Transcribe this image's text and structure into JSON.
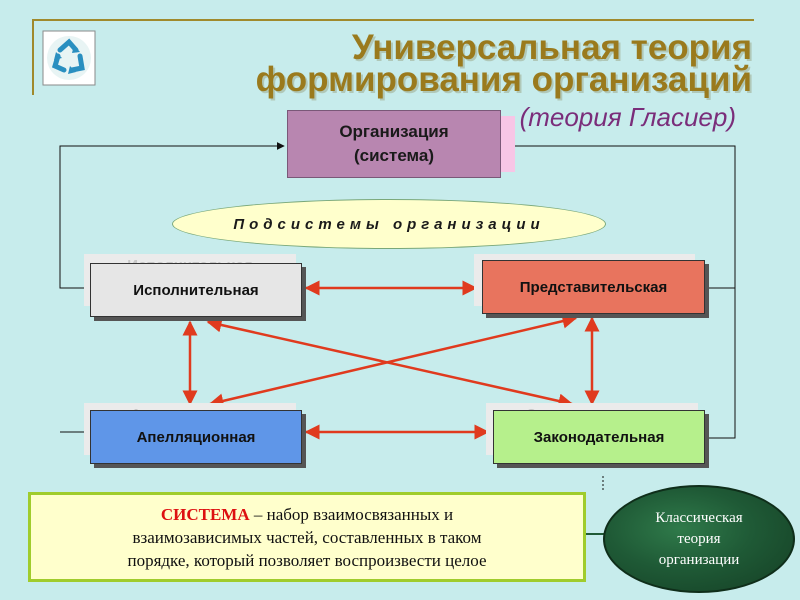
{
  "header": {
    "title_line1": "Универсальная теория",
    "title_line2": "формирования организаций",
    "subtitle": "(теория Гласиер)"
  },
  "diagram": {
    "organization": {
      "line1": "Организация",
      "line2": "(система)"
    },
    "subsystems_label": "Подсистемы организации",
    "boxes": {
      "executive": "Исполнительная",
      "representative": "Представительская",
      "appellate": "Апелляционная",
      "legislative": "Законодательная"
    }
  },
  "definition": {
    "keyword": "СИСТЕМА",
    "line1_rest": " – набор взаимосвязанных и",
    "line2": "взаимозависимых частей, составленных в таком",
    "line3": "порядке, который позволяет воспроизвести целое"
  },
  "classic": {
    "line1": "Классическая",
    "line2": "теория",
    "line3": "организации"
  },
  "colors": {
    "background": "#c7ecec",
    "title": "#9a7a1d",
    "subtitle": "#7a2d7a",
    "arrow": "#e03a1e",
    "organization": "#b886b0",
    "executive": "#e6e6e6",
    "representative": "#e8745e",
    "appellate": "#5f96e8",
    "legislative": "#b6f08c",
    "classic": "#1f5a36"
  }
}
